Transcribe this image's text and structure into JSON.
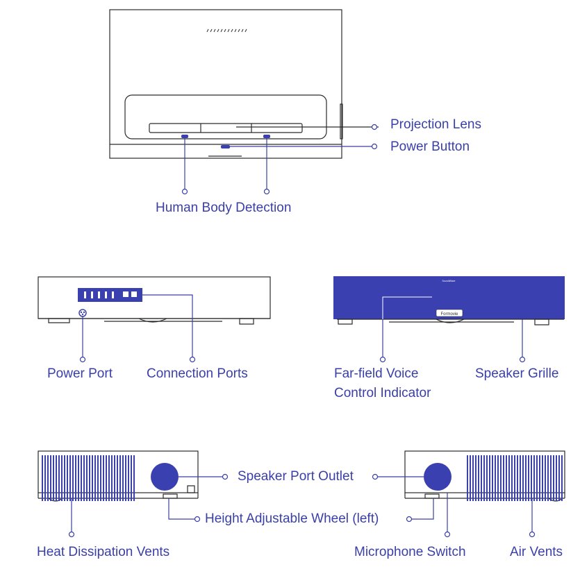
{
  "colors": {
    "accent": "#3a3fa8",
    "outline": "#2a2a2a",
    "vent": "#3b40b0"
  },
  "device_marks": {
    "brand_top": "SoundWave",
    "logo": "Formovie"
  },
  "labels": {
    "projection_lens": "Projection Lens",
    "power_button": "Power Button",
    "human_body_detection": "Human Body Detection",
    "power_port": "Power Port",
    "connection_ports": "Connection Ports",
    "far_field_line1": "Far-field Voice",
    "far_field_line2": "Control Indicator",
    "speaker_grille": "Speaker Grille",
    "speaker_port_outlet": "Speaker Port Outlet",
    "height_wheel": "Height Adjustable Wheel (left)",
    "heat_vents": "Heat Dissipation Vents",
    "microphone_switch": "Microphone Switch",
    "air_vents": "Air Vents"
  }
}
